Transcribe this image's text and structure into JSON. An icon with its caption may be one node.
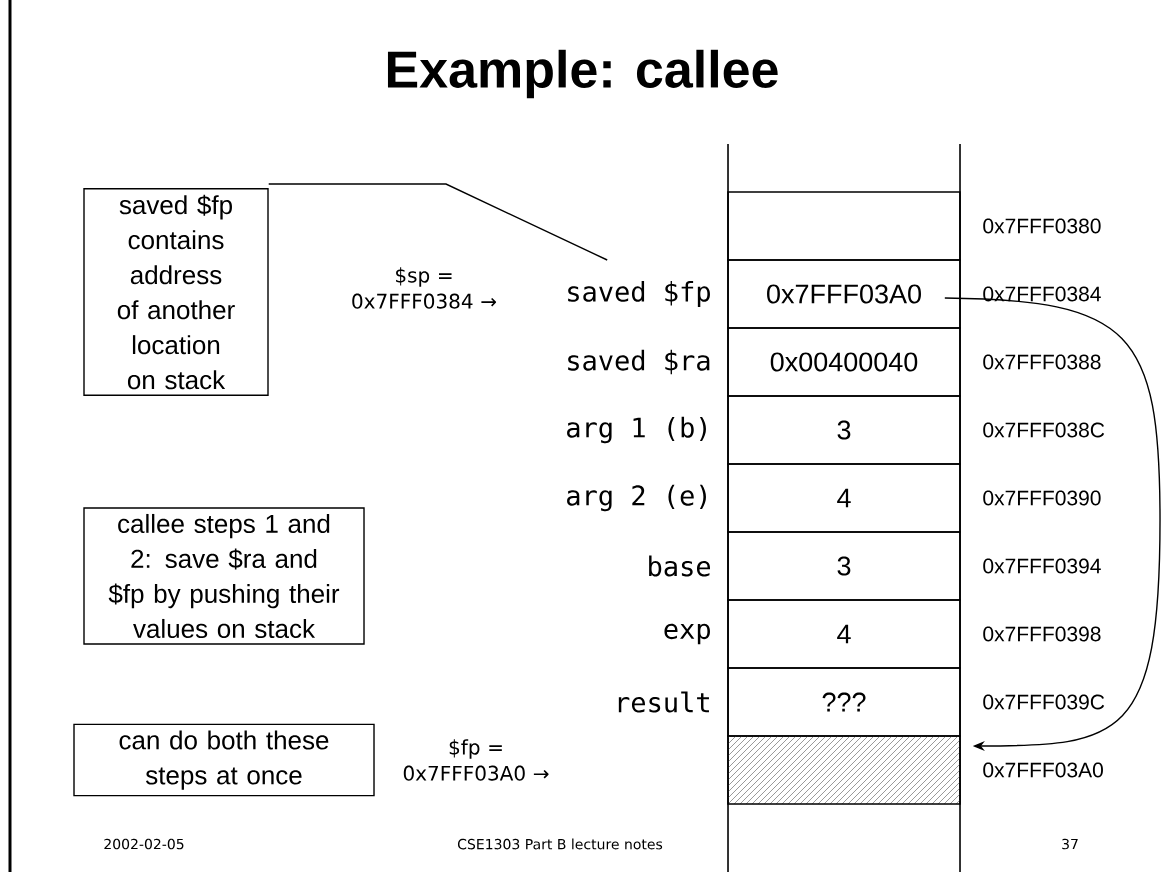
{
  "diagram": {
    "title": "Example: callee",
    "nodes": [
      {
        "text": [
          "saved $fp contains address of another location on stack"
        ]
      },
      {
        "text": [],
        "shape": "box",
        "beside": [
          "0x7FFF0380"
        ]
      },
      {
        "text": [
          "0x7FFF03A0"
        ],
        "beside": [
          "saved $fp",
          "0x7FFF0384"
        ]
      },
      {
        "text": [
          "0x00400040"
        ],
        "beside": [
          "saved $ra",
          "0x7FFF0388"
        ]
      },
      {
        "text": [
          "3"
        ],
        "beside": [
          "arg 1 (b)",
          "0x7FFF038C"
        ]
      },
      {
        "text": [
          "4"
        ],
        "beside": [
          "arg 2 (e)",
          "0x7FFF0390"
        ]
      },
      {
        "text": [
          "3"
        ],
        "beside": [
          "base",
          "0x7FFF0394"
        ]
      },
      {
        "text": [
          "4"
        ],
        "beside": [
          "exp",
          "0x7FFF0398"
        ]
      },
      {
        "text": [
          "???"
        ],
        "beside": [
          "result",
          "0x7FFF039C"
        ]
      },
      {
        "text": [],
        "shape": "box",
        "beside": [
          "0x7FFF03A0"
        ]
      },
      {
        "text": [
          "callee steps 1 and 2: save $ra and $fp by pushing their values on stack"
        ]
      },
      {
        "text": [
          "can do both these steps at once"
        ]
      }
    ],
    "edges": [
      {
        "from": 0,
        "to": 2,
        "arrow": "none"
      },
      {
        "from": 2,
        "to": 9,
        "arrow": "to"
      }
    ],
    "labels": [
      "$sp = 0x7FFF0384 →",
      "$fp = 0x7FFF03A0 →",
      "2002-02-05",
      "CSE1303 Part B lecture notes",
      "37"
    ]
  }
}
